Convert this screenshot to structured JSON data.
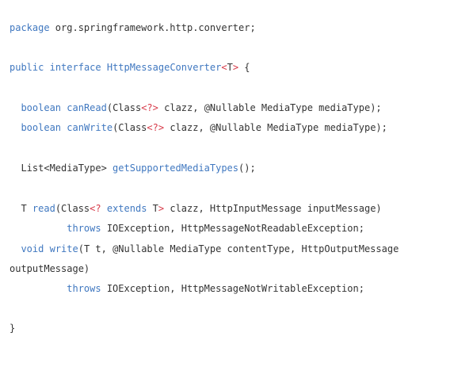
{
  "code": {
    "lines": [
      [
        {
          "t": "package",
          "c": "kw"
        },
        {
          "t": " org.springframework.http.converter;",
          "c": "tx"
        }
      ],
      [
        {
          "t": "public",
          "c": "kw"
        },
        {
          "t": " ",
          "c": "tx"
        },
        {
          "t": "interface",
          "c": "kw"
        },
        {
          "t": " ",
          "c": "tx"
        },
        {
          "t": "HttpMessageConverter",
          "c": "kw"
        },
        {
          "t": "<",
          "c": "pu"
        },
        {
          "t": "T",
          "c": "tx"
        },
        {
          "t": ">",
          "c": "pu"
        },
        {
          "t": " {",
          "c": "tx"
        }
      ],
      [
        {
          "t": "  ",
          "c": "tx"
        },
        {
          "t": "boolean",
          "c": "kw"
        },
        {
          "t": " ",
          "c": "tx"
        },
        {
          "t": "canRead",
          "c": "kw"
        },
        {
          "t": "(Class",
          "c": "tx"
        },
        {
          "t": "<?>",
          "c": "pu"
        },
        {
          "t": " clazz, @Nullable MediaType mediaType);",
          "c": "tx"
        }
      ],
      [
        {
          "t": "  ",
          "c": "tx"
        },
        {
          "t": "boolean",
          "c": "kw"
        },
        {
          "t": " ",
          "c": "tx"
        },
        {
          "t": "canWrite",
          "c": "kw"
        },
        {
          "t": "(Class",
          "c": "tx"
        },
        {
          "t": "<?>",
          "c": "pu"
        },
        {
          "t": " clazz, @Nullable MediaType mediaType);",
          "c": "tx"
        }
      ],
      [
        {
          "t": "  List<MediaType> ",
          "c": "tx"
        },
        {
          "t": "getSupportedMediaTypes",
          "c": "kw"
        },
        {
          "t": "();",
          "c": "tx"
        }
      ],
      [
        {
          "t": "  T ",
          "c": "tx"
        },
        {
          "t": "read",
          "c": "kw"
        },
        {
          "t": "(Class",
          "c": "tx"
        },
        {
          "t": "<?",
          "c": "pu"
        },
        {
          "t": " ",
          "c": "tx"
        },
        {
          "t": "extends",
          "c": "kw"
        },
        {
          "t": " T",
          "c": "tx"
        },
        {
          "t": ">",
          "c": "pu"
        },
        {
          "t": " clazz, HttpInputMessage inputMessage)",
          "c": "tx"
        }
      ],
      [
        {
          "t": "          ",
          "c": "tx"
        },
        {
          "t": "throws",
          "c": "kw"
        },
        {
          "t": " IOException, HttpMessageNotReadableException;",
          "c": "tx"
        }
      ],
      [
        {
          "t": "  ",
          "c": "tx"
        },
        {
          "t": "void",
          "c": "kw"
        },
        {
          "t": " ",
          "c": "tx"
        },
        {
          "t": "write",
          "c": "kw"
        },
        {
          "t": "(T t, @Nullable MediaType contentType, HttpOutputMessage",
          "c": "tx"
        }
      ],
      [
        {
          "t": "outputMessage)",
          "c": "tx"
        }
      ],
      [
        {
          "t": "          ",
          "c": "tx"
        },
        {
          "t": "throws",
          "c": "kw"
        },
        {
          "t": " IOException, HttpMessageNotWritableException;",
          "c": "tx"
        }
      ],
      [
        {
          "t": "}",
          "c": "tx"
        }
      ]
    ],
    "colors": {
      "keyword": "#4078c0",
      "punctuation": "#d73a49",
      "text": "#333333",
      "background": "#ffffff"
    }
  }
}
